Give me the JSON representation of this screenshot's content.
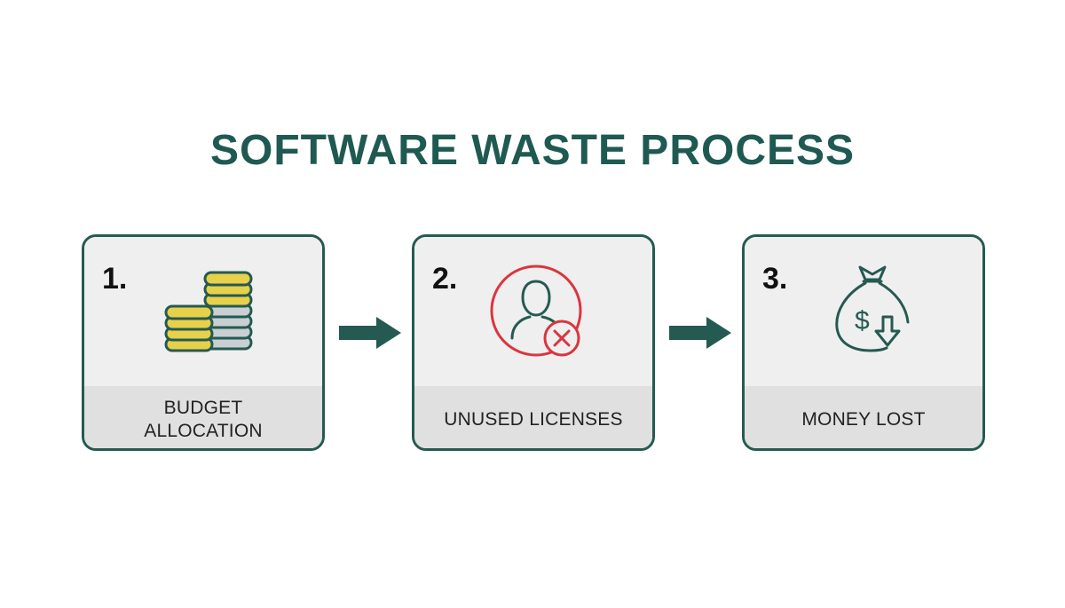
{
  "title": "SOFTWARE WASTE PROCESS",
  "colors": {
    "primary": "#245a52",
    "card_bg": "#efefef",
    "card_footer_bg": "#e0e0e0",
    "gold": "#e7d04a",
    "silver": "#c9cfd3",
    "alert_red": "#d9363e"
  },
  "steps": [
    {
      "number": "1.",
      "label": "BUDGET ALLOCATION",
      "icon": "coin-stacks-icon"
    },
    {
      "number": "2.",
      "label": "UNUSED LICENSES",
      "icon": "user-cancel-icon"
    },
    {
      "number": "3.",
      "label": "MONEY LOST",
      "icon": "money-bag-down-icon"
    }
  ]
}
